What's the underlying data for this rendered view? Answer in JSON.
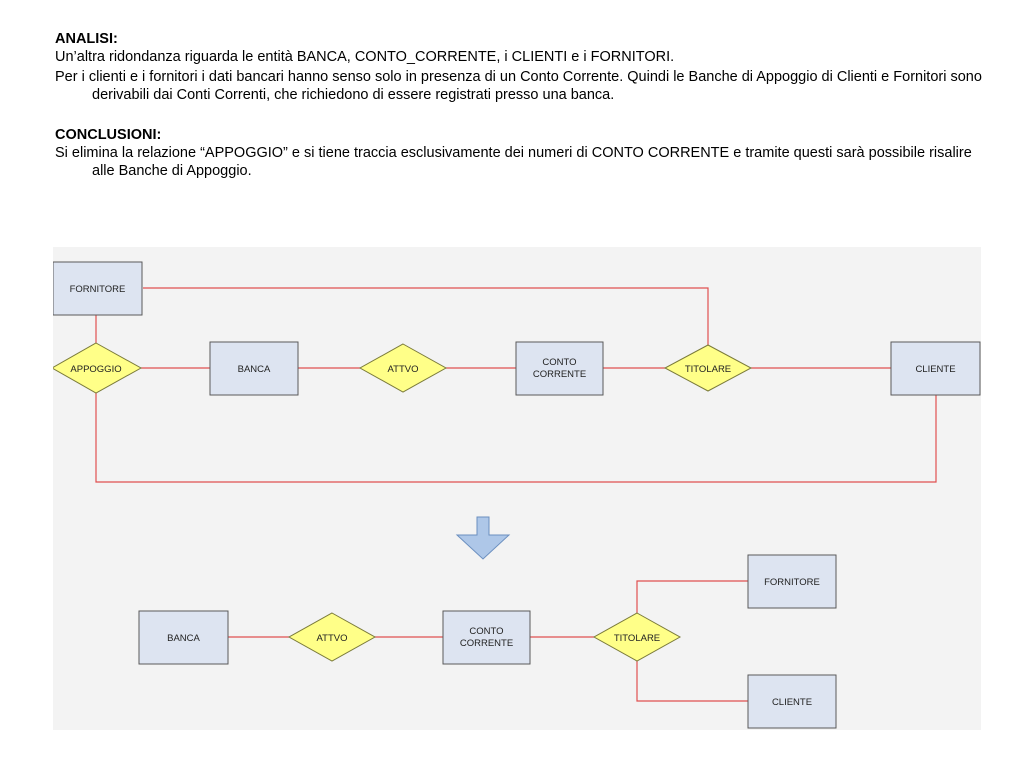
{
  "analysis": {
    "title": "ANALISI:",
    "line1": "Un’altra ridondanza riguarda le entità BANCA, CONTO_CORRENTE, i CLIENTI e i FORNITORI.",
    "line2": "Per i clienti e i fornitori i dati bancari hanno senso solo in presenza di un Conto Corrente. Quindi le Banche di Appoggio di Clienti e Fornitori sono derivabili dai Conti Correnti, che richiedono di essere registrati presso una banca."
  },
  "conclusions": {
    "title": "CONCLUSIONI:",
    "line1": "Si elimina la relazione “APPOGGIO” e si tiene traccia esclusivamente dei numeri di CONTO CORRENTE e tramite questi sarà possibile risalire alle Banche di Appoggio."
  },
  "diagram_before": {
    "entities": {
      "fornitore": "FORNITORE",
      "banca": "BANCA",
      "conto_line1": "CONTO",
      "conto_line2": "CORRENTE",
      "cliente": "CLIENTE"
    },
    "relations": {
      "appoggio": "APPOGGIO",
      "attvo": "ATTVO",
      "titolare": "TITOLARE"
    }
  },
  "diagram_after": {
    "entities": {
      "banca": "BANCA",
      "conto_line1": "CONTO",
      "conto_line2": "CORRENTE",
      "fornitore": "FORNITORE",
      "cliente": "CLIENTE"
    },
    "relations": {
      "attvo": "ATTVO",
      "titolare": "TITOLARE"
    }
  },
  "colors": {
    "entity_fill": "#dde4f1",
    "relation_fill": "#ffff88",
    "link": "#e05050",
    "arrow": "#aec7e8"
  }
}
